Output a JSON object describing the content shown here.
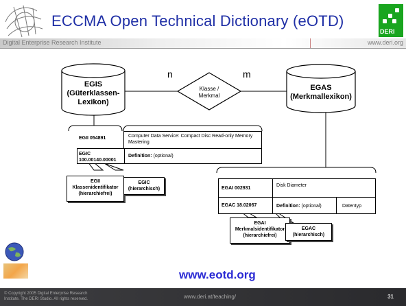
{
  "slide": {
    "title": "ECCMA Open Technical Dictionary (eOTD)",
    "institute_left": "Digital Enterprise Research Institute",
    "institute_right": "www.deri.org",
    "logo_right_text": "DERI"
  },
  "diagram": {
    "egis": {
      "line1": "EGIS",
      "line2": "(Güterklassen-",
      "line3": "Lexikon)"
    },
    "egas": {
      "line1": "EGAS",
      "line2": "(Merkmallexikon)"
    },
    "relation": {
      "line1": "Klasse /",
      "line2": "Merkmal",
      "left_card": "n",
      "right_card": "m"
    },
    "class_table": {
      "egii_label": "EGII 054891",
      "egii_desc": "Computer Data Service: Compact Disc Read-only Memory Mastering",
      "egic_label_1": "EGIC",
      "egic_label_2": "100.00140.00001",
      "definition_label": "Definition:",
      "definition_value": "(optional)"
    },
    "attr_table": {
      "egai_label": "EGAI 002931",
      "egai_desc": "Disk Diameter",
      "egac_label": "EGAC 18.02067",
      "definition_label": "Definition:",
      "definition_value": "(optional)",
      "datatype": "Datentyp"
    },
    "callouts": {
      "egii": {
        "line1": "EGII",
        "line2": "Klassenidentifikator",
        "line3": "(hierarchiefrei)"
      },
      "egic": {
        "line1": "EGIC",
        "line2": "(hierarchisch)"
      },
      "egai": {
        "line1": "EGAI",
        "line2": "Merkmalsidentifikator",
        "line3": "(hierarchiefrei)"
      },
      "egac": {
        "line1": "EGAC",
        "line2": "(hierarchisch)"
      }
    }
  },
  "link": {
    "url": "www.eotd.org"
  },
  "footer": {
    "copyright_line1": "© Copyright 2005 Digital Enterprise Research",
    "copyright_line2": "Institute. The DERI Studio. All rights reserved.",
    "center": "www.deri.at/teaching/",
    "page": "31"
  }
}
